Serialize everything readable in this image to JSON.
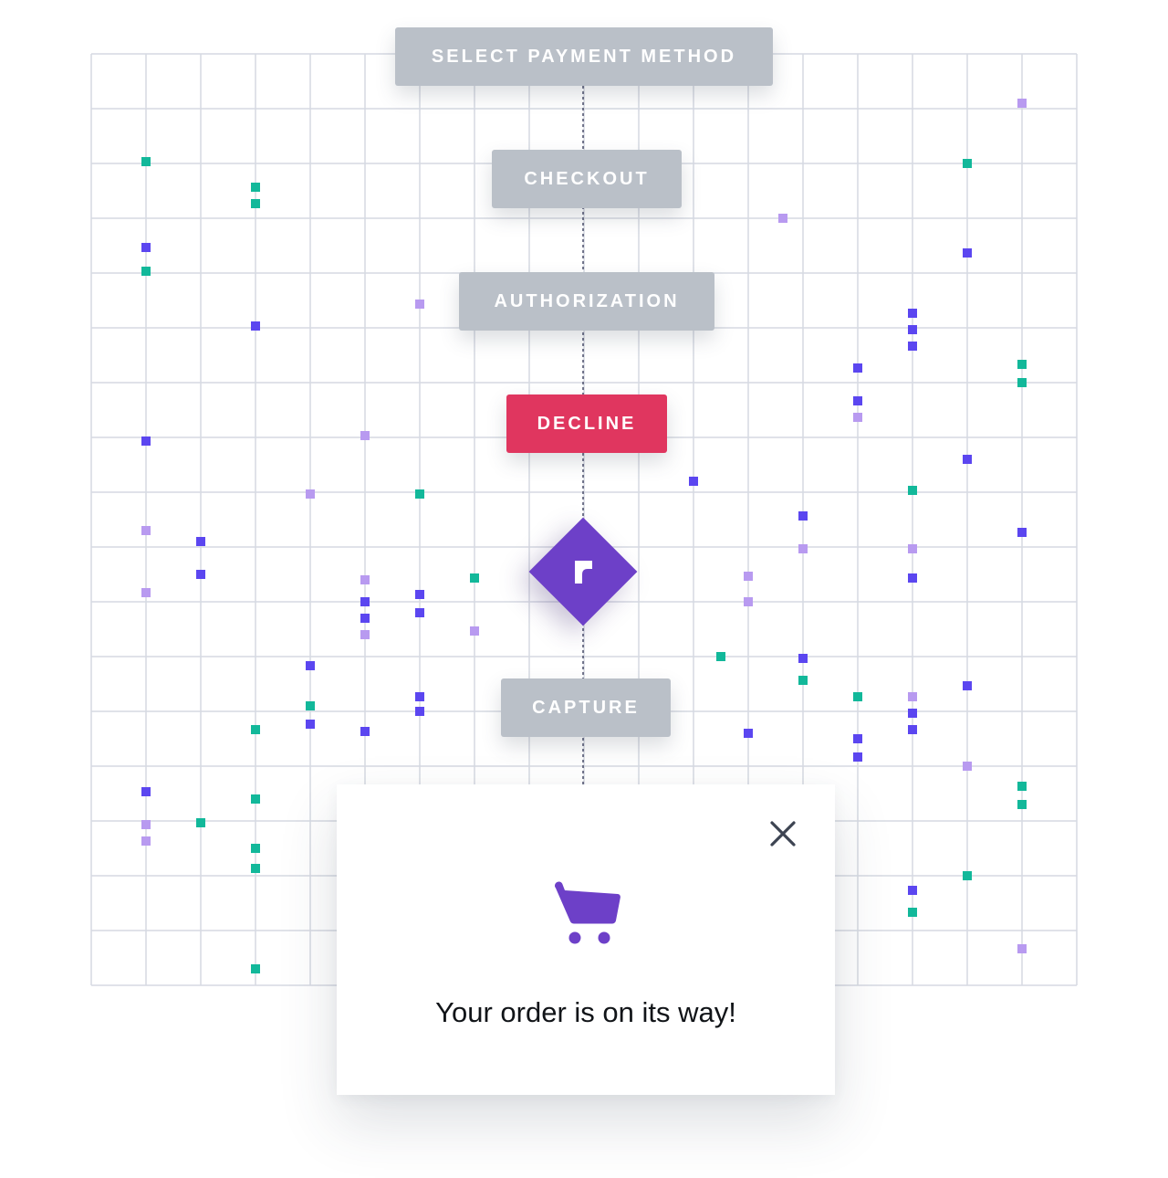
{
  "flow": {
    "steps": [
      {
        "label": "SELECT PAYMENT METHOD",
        "style": "neutral"
      },
      {
        "label": "CHECKOUT",
        "style": "neutral"
      },
      {
        "label": "AUTHORIZATION",
        "style": "neutral"
      },
      {
        "label": "DECLINE",
        "style": "error"
      },
      {
        "label": "CAPTURE",
        "style": "neutral"
      }
    ],
    "node_icon": "brand-logo-icon"
  },
  "toast": {
    "icon": "shopping-cart-icon",
    "close_icon": "close-icon",
    "message": "Your order is on its way!"
  },
  "colors": {
    "neutral_step": "#bac0c8",
    "error_step": "#e0365f",
    "brand_purple": "#6d40c8",
    "grid_line": "#d6d9e2",
    "connector": "#4a4e6a",
    "dot_blue": "#5b46f0",
    "dot_teal": "#12b89a",
    "dot_lavender": "#b89af0",
    "text_dark": "#111418",
    "close_grey": "#3d4452"
  }
}
